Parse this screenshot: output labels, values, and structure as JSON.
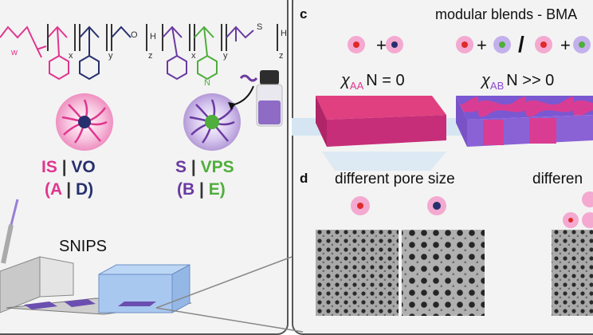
{
  "left": {
    "monomers": {
      "w": "w",
      "x1": "x",
      "y1": "y",
      "o": "O",
      "h1": "H",
      "z1": "z",
      "x2": "x",
      "y2": "y",
      "s": "S",
      "h2": "H",
      "z2": "z",
      "n": "N"
    },
    "labels": {
      "is": "IS",
      "sep1": "|",
      "vo": "VO",
      "paren_a": "(A",
      "sep2": "|",
      "paren_d": "D)",
      "s": "S",
      "sep3": "|",
      "vps": "VPS",
      "paren_b": "(B",
      "sep4": "|",
      "paren_e": "E)"
    },
    "process_label": "SNIPS"
  },
  "right": {
    "c_label": "c",
    "title": "modular blends - BMA",
    "chi_aa": {
      "prefix": "χ",
      "sub": "AA",
      "suffix": "N = 0"
    },
    "chi_ab": {
      "prefix": "χ",
      "sub": "AB",
      "suffix": "N >> 0"
    },
    "plus1": "+",
    "plus2": "+",
    "slash": "/",
    "plus3": "+",
    "d_label": "d",
    "pore_size": "different pore size",
    "different_cut": "differen"
  },
  "colors": {
    "magenta": "#e0358f",
    "violet": "#6a3aa0",
    "green": "#4fae3c",
    "navy": "#27306e",
    "red": "#e02a2a"
  }
}
